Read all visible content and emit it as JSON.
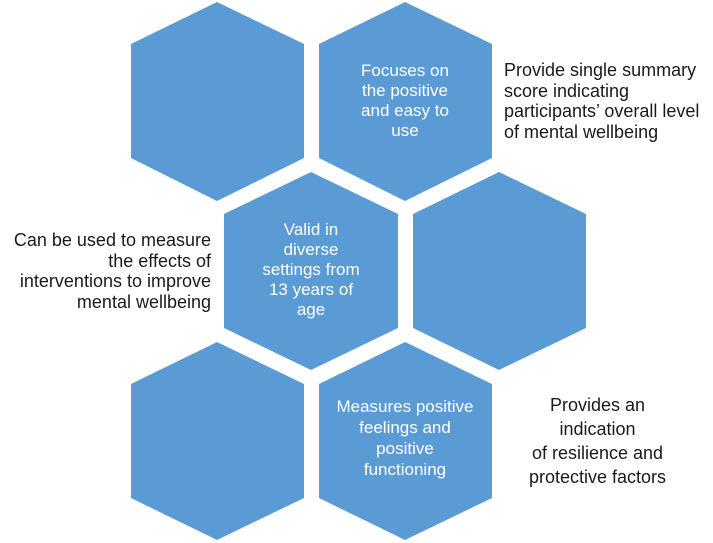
{
  "diagram": {
    "hex_color": "#5b9bd5",
    "hexagons": [
      {
        "id": "top-left",
        "label": ""
      },
      {
        "id": "top-right",
        "label": "Focuses on\nthe positive\nand easy to\nuse"
      },
      {
        "id": "middle-left",
        "label": "Valid in\ndiverse\nsettings from\n13 years of\nage"
      },
      {
        "id": "middle-right",
        "label": ""
      },
      {
        "id": "bottom-left",
        "label": ""
      },
      {
        "id": "bottom-right",
        "label": "Measures positive\nfeelings and\npositive\nfunctioning"
      }
    ],
    "side_texts": {
      "top_right": "Provide single summary\nscore indicating\nparticipants’ overall level\nof mental wellbeing",
      "middle_left": "Can be used to measure\nthe effects of\ninterventions to improve\nmental wellbeing",
      "bottom_right": "Provides an\nindication\nof resilience and\nprotective factors"
    }
  }
}
